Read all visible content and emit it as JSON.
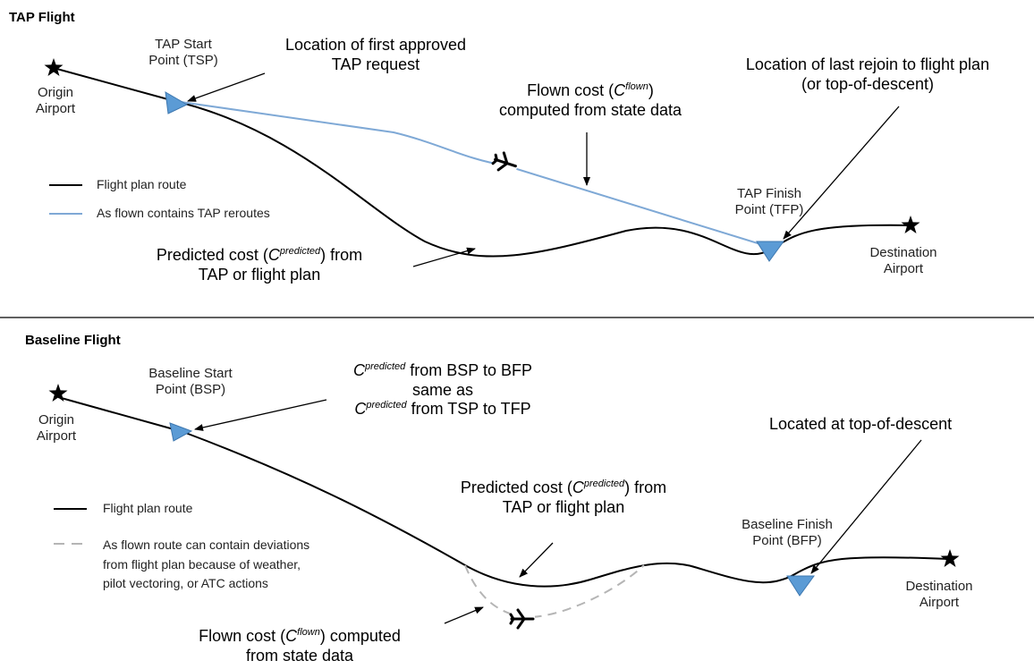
{
  "colors": {
    "flight_plan": "#000000",
    "tap_flown": "#7fa9d6",
    "baseline_flown": "#b5b5b5",
    "marker_fill": "#5b9bd5",
    "divider": "#000000"
  },
  "icons": [
    "star-icon",
    "triangle-marker-icon",
    "airplane-icon",
    "arrow-icon"
  ],
  "tap": {
    "title": "TAP Flight",
    "origin": [
      "Origin",
      "Airport"
    ],
    "destination": [
      "Destination",
      "Airport"
    ],
    "start_point": [
      "TAP Start",
      "Point (TSP)"
    ],
    "finish_point": [
      "TAP Finish",
      "Point (TFP)"
    ],
    "first_request": [
      "Location of first approved",
      "TAP request"
    ],
    "last_rejoin": [
      "Location of last rejoin to flight plan",
      "(or top-of-descent)"
    ],
    "flown_cost": {
      "prefix": "Flown  cost (",
      "symbol": "C",
      "sup": "flown",
      "suffix": ")",
      "line2": "computed  from state data"
    },
    "predicted_cost": {
      "prefix": "Predicted cost (",
      "symbol": "C",
      "sup": "predicted",
      "suffix": ")  from",
      "line2": "TAP or flight plan"
    },
    "legend": {
      "flight_plan": "Flight plan route",
      "flown": "As flown contains TAP reroutes"
    }
  },
  "baseline": {
    "title": "Baseline Flight",
    "origin": [
      "Origin",
      "Airport"
    ],
    "destination": [
      "Destination",
      "Airport"
    ],
    "start_point": [
      "Baseline Start",
      "Point (BSP)"
    ],
    "finish_point": [
      "Baseline Finish",
      "Point (BFP)"
    ],
    "same_as": {
      "symbol": "C",
      "sup": "predicted",
      "line1_rest": " from BSP to BFP",
      "line2": "same as",
      "line3_rest": " from TSP to TFP"
    },
    "top_of_descent": "Located at top-of-descent",
    "predicted_cost": {
      "prefix": "Predicted cost (",
      "symbol": "C",
      "sup": "predicted",
      "suffix": ")  from",
      "line2": "TAP or flight plan"
    },
    "flown_cost": {
      "prefix": "Flown  cost (",
      "symbol": "C",
      "sup": "flown",
      "suffix": ")  computed",
      "line2": "from state data"
    },
    "legend": {
      "flight_plan": "Flight plan route",
      "flown": [
        "As flown route can contain deviations",
        "from flight plan because of weather,",
        "pilot vectoring, or ATC actions"
      ]
    }
  }
}
